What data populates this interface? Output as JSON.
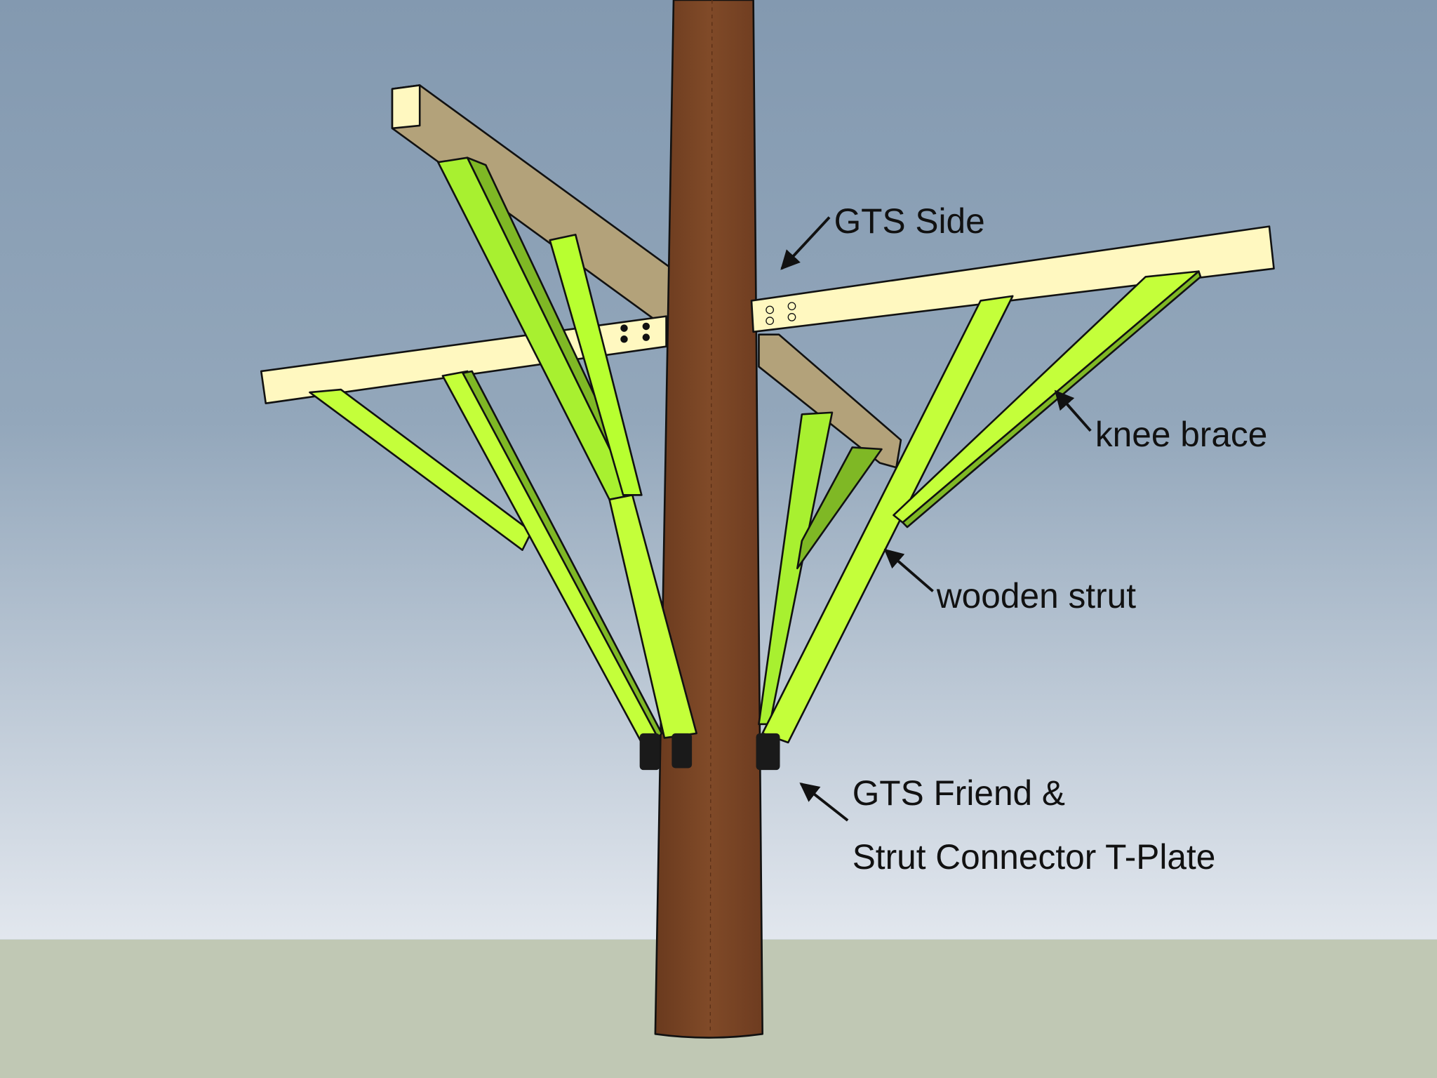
{
  "labels": {
    "gts_side": "GTS Side",
    "knee_brace": "knee brace",
    "wooden_strut": "wooden strut",
    "gts_friend_line1": "GTS Friend &",
    "gts_friend_line2": "Strut Connector T-Plate"
  },
  "colors": {
    "sky_top": "#8399b0",
    "sky_bottom": "#e2e7ee",
    "ground": "#c0c8b4",
    "pole": "#7a4424",
    "beam_light": "#fff8c0",
    "beam_shade": "#b3a27a",
    "strut_light": "#c4ff3a",
    "strut_shade": "#7fb825"
  }
}
